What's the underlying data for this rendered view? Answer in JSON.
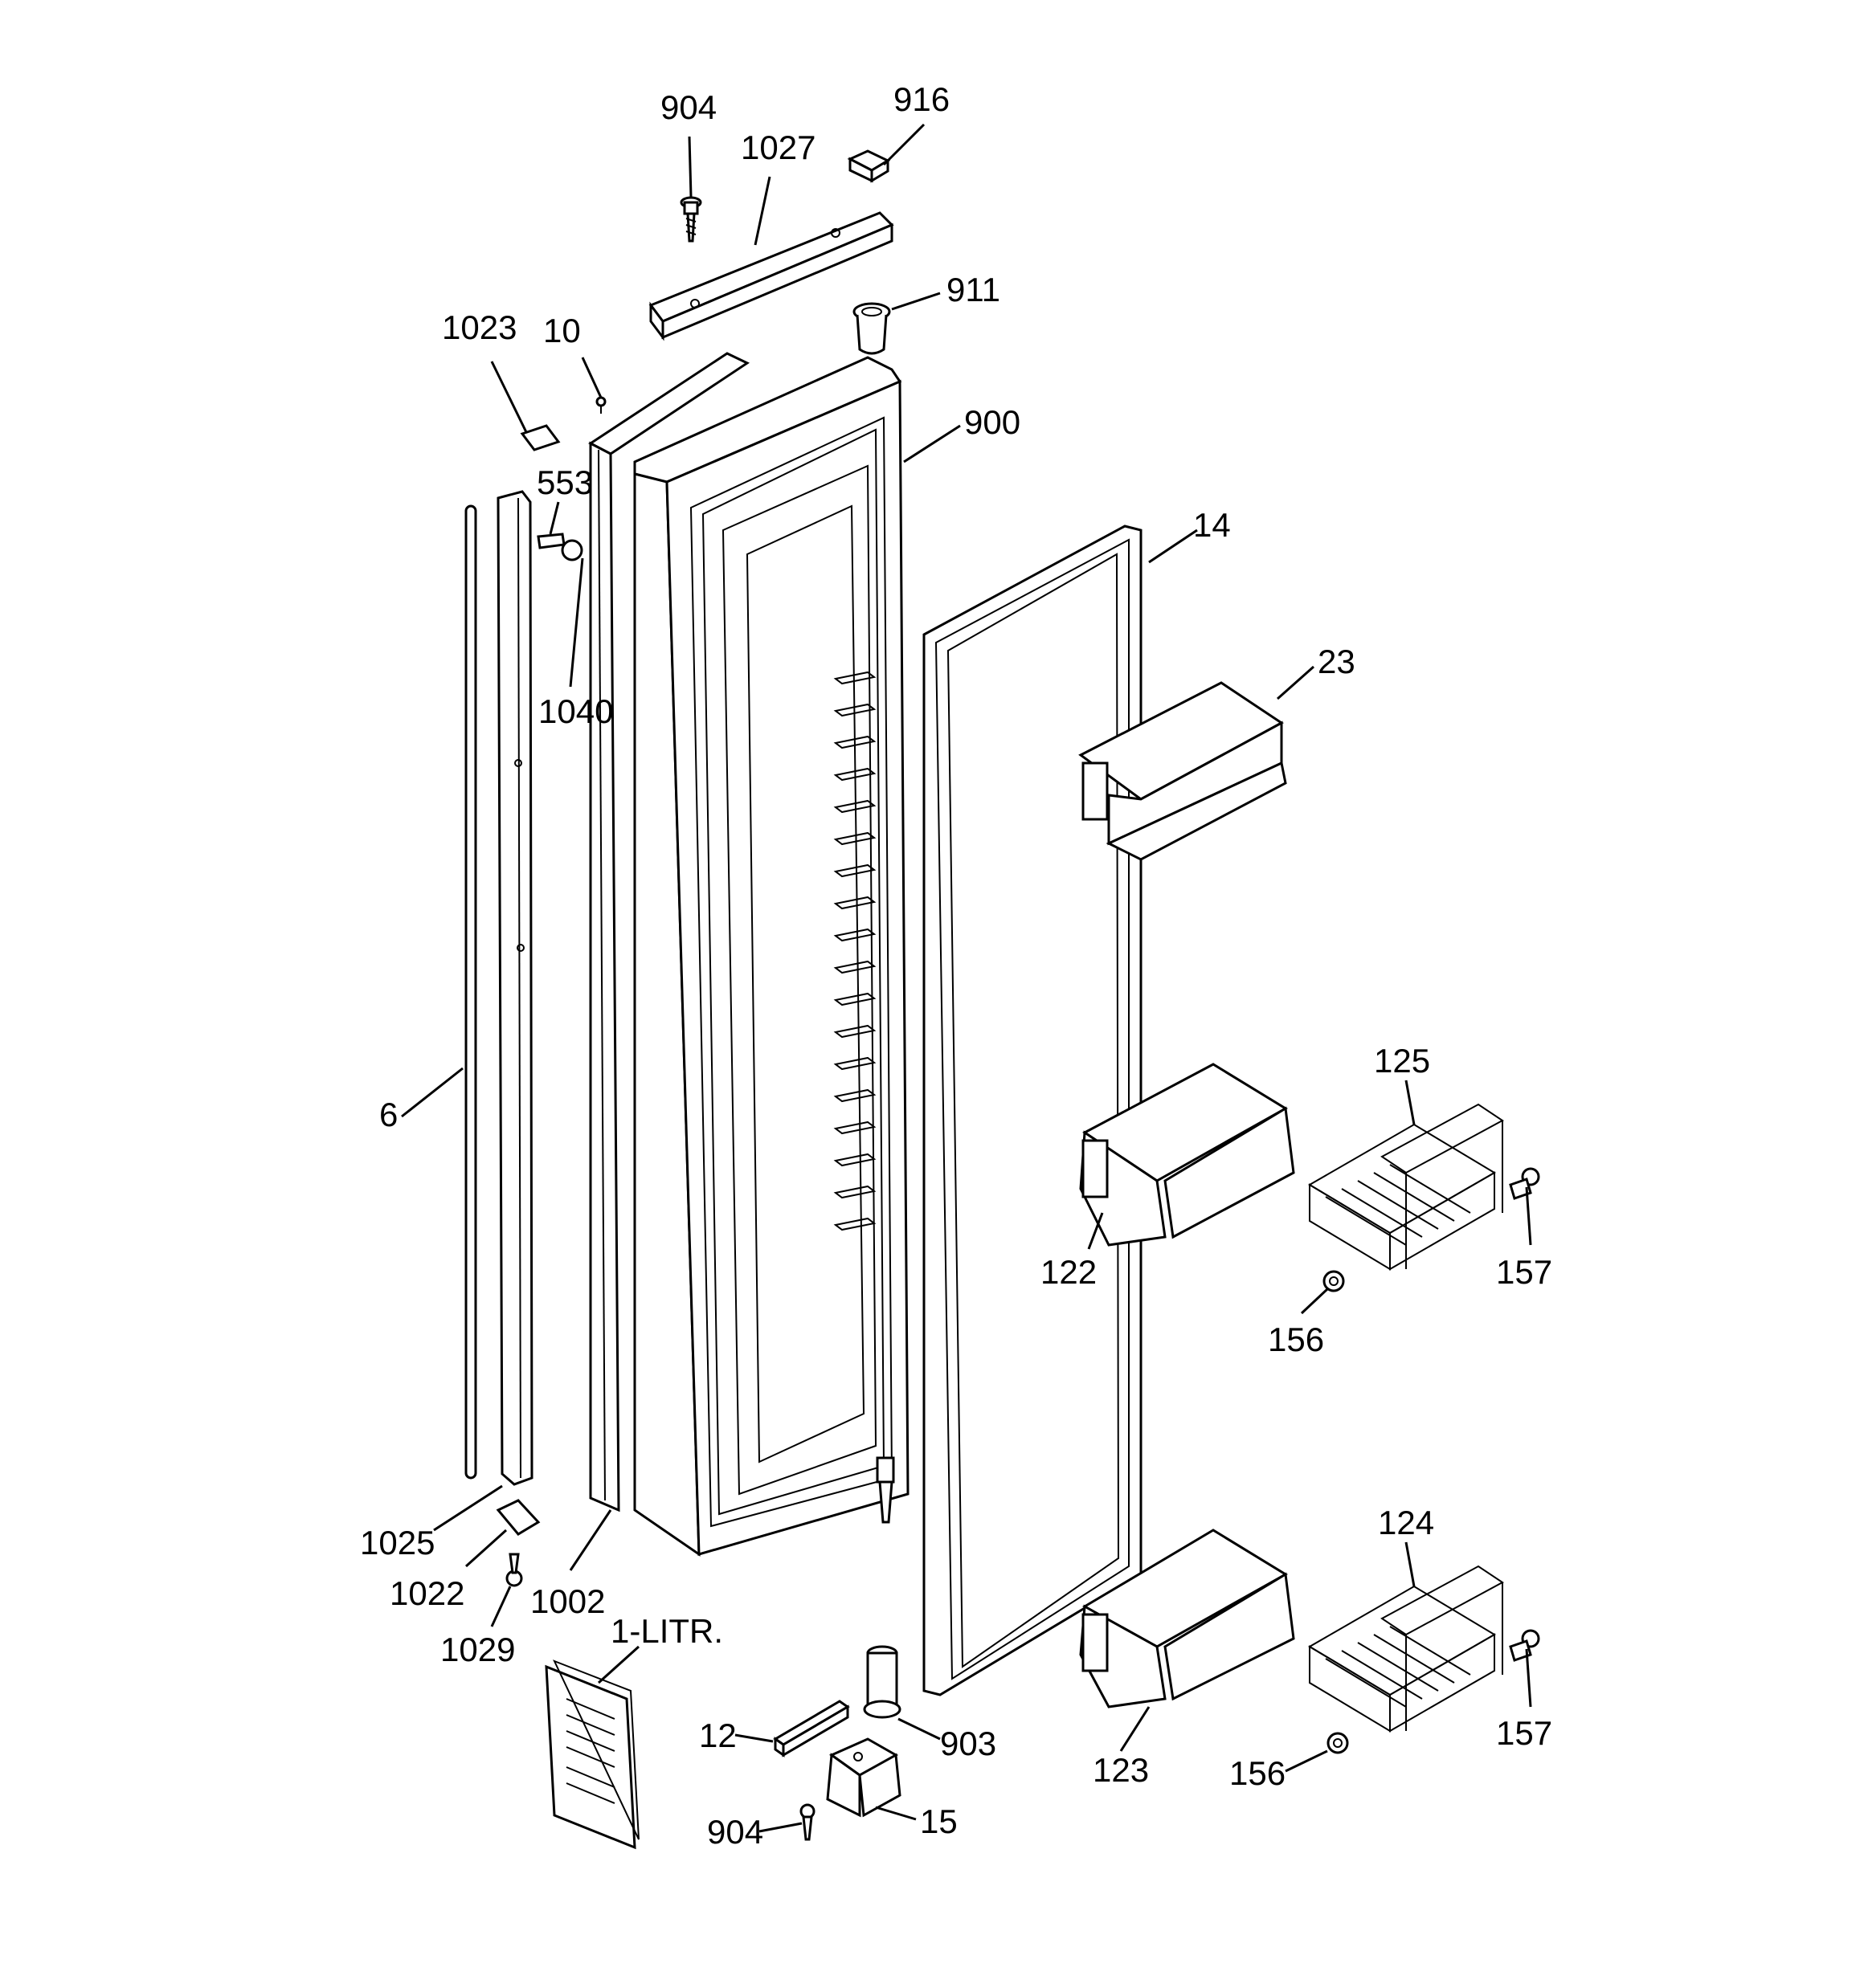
{
  "callouts": [
    {
      "id": "904-top",
      "text": "904"
    },
    {
      "id": "916",
      "text": "916"
    },
    {
      "id": "1027",
      "text": "1027"
    },
    {
      "id": "911",
      "text": "911"
    },
    {
      "id": "1023",
      "text": "1023"
    },
    {
      "id": "10",
      "text": "10"
    },
    {
      "id": "900",
      "text": "900"
    },
    {
      "id": "553",
      "text": "553"
    },
    {
      "id": "14",
      "text": "14"
    },
    {
      "id": "1040",
      "text": "1040"
    },
    {
      "id": "23",
      "text": "23"
    },
    {
      "id": "6",
      "text": "6"
    },
    {
      "id": "125",
      "text": "125"
    },
    {
      "id": "157-a",
      "text": "157"
    },
    {
      "id": "122",
      "text": "122"
    },
    {
      "id": "156-a",
      "text": "156"
    },
    {
      "id": "1025",
      "text": "1025"
    },
    {
      "id": "124",
      "text": "124"
    },
    {
      "id": "1022",
      "text": "1022"
    },
    {
      "id": "1002",
      "text": "1002"
    },
    {
      "id": "1029",
      "text": "1029"
    },
    {
      "id": "1-litr",
      "text": "1-LITR."
    },
    {
      "id": "157-b",
      "text": "157"
    },
    {
      "id": "12",
      "text": "12"
    },
    {
      "id": "903",
      "text": "903"
    },
    {
      "id": "123",
      "text": "123"
    },
    {
      "id": "156-b",
      "text": "156"
    },
    {
      "id": "904-bottom",
      "text": "904"
    },
    {
      "id": "15",
      "text": "15"
    }
  ]
}
